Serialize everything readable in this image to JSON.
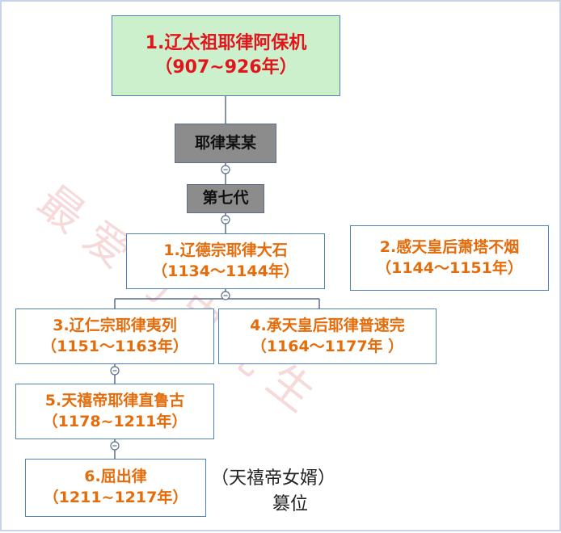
{
  "nodes": {
    "taizu": {
      "line1": "1.辽太祖耶律阿保机",
      "line2": "（907~926年）"
    },
    "yelu_moumou": {
      "label": "耶律某某"
    },
    "seventh_gen": {
      "label": "第七代"
    },
    "dezong": {
      "line1": "1.辽德宗耶律大石",
      "line2": "（1134～1144年）"
    },
    "gantian": {
      "line1": "2.感天皇后萧塔不烟",
      "line2": "（1144～1151年）"
    },
    "renzong": {
      "line1": "3.辽仁宗耶律夷列",
      "line2": "（1151～1163年）"
    },
    "chengtian": {
      "line1": "4.承天皇后耶律普速完",
      "line2": "（1164～1177年 ）"
    },
    "tianxi": {
      "line1": "5.天禧帝耶律直鲁古",
      "line2": "（1178~1211年）"
    },
    "quchulu": {
      "line1": "6.屈出律",
      "line2": "（1211~1217年）"
    }
  },
  "note": {
    "line1": "（天禧帝女婿）",
    "line2": "篡位"
  },
  "watermark": "最爱历史先生",
  "colors": {
    "root_fill": "#ccf0cc",
    "root_text": "#e2141c",
    "gray_fill": "#8c8c8c",
    "orange_text": "#e46c0a",
    "border": "#4f81bd",
    "connector": "#5b6e8c"
  }
}
